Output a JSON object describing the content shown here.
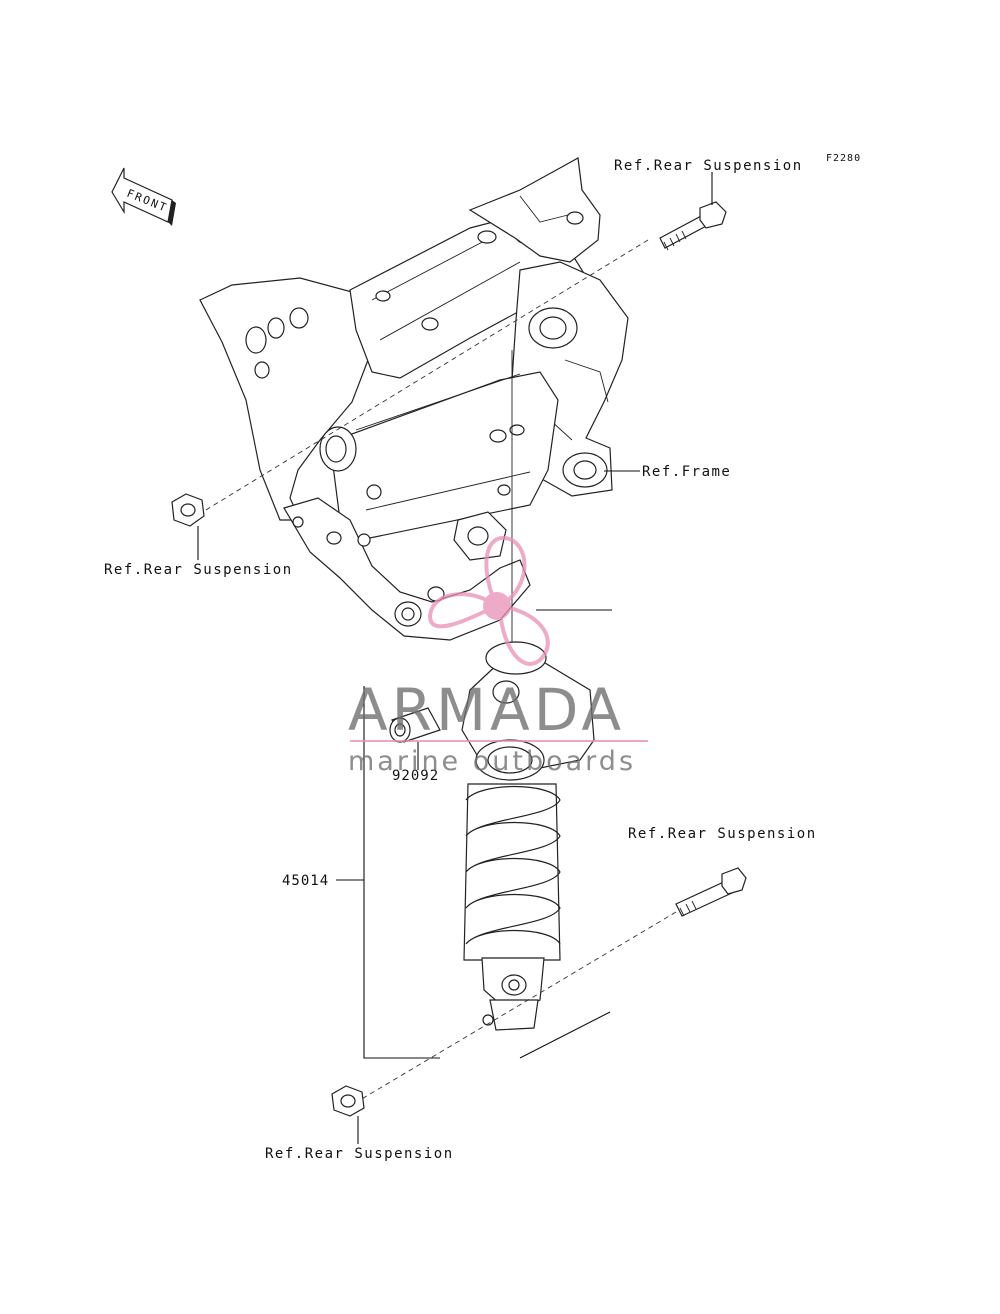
{
  "figure_code": "F2280",
  "front_label": "FRONT",
  "labels": {
    "ref_rear_suspension_top": "Ref.Rear Suspension",
    "ref_frame": "Ref.Frame",
    "ref_rear_suspension_left": "Ref.Rear Suspension",
    "ref_rear_suspension_right": "Ref.Rear Suspension",
    "ref_rear_suspension_bottom": "Ref.Rear Suspension"
  },
  "parts": {
    "bushing_number": "92092",
    "shock_absorber_number": "45014"
  },
  "watermark": {
    "brand": "ARMADA",
    "tagline": "marine outboards",
    "logo_color": "#e98fb5",
    "text_color": "#6e6e6e"
  }
}
